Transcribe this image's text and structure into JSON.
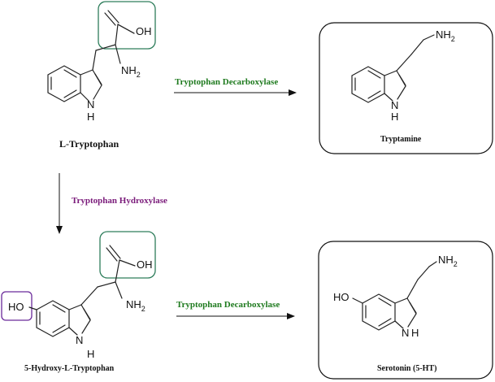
{
  "compounds": {
    "tryptophan": {
      "name": "L-Tryptophan",
      "oh": "OH",
      "nh2": "NH",
      "nh2_sub": "2",
      "nh": "N",
      "nh_h": "H"
    },
    "tryptamine": {
      "name": "Tryptamine",
      "nh2": "NH",
      "nh2_sub": "2",
      "nh": "N",
      "nh_h": "H"
    },
    "hydroxytryptophan": {
      "name": "5-Hydroxy-L-Tryptophan",
      "oh": "OH",
      "ho": "HO",
      "nh2": "NH",
      "nh2_sub": "2",
      "nh": "N",
      "nh_h": "H"
    },
    "serotonin": {
      "name": "Serotonin (5-HT)",
      "ho": "HO",
      "nh2": "NH",
      "nh2_sub": "2",
      "nh": "N",
      "nh_h": "H"
    }
  },
  "enzymes": {
    "decarboxylase_top": "Tryptophan Decarboxylase",
    "decarboxylase_bottom": "Tryptophan Decarboxylase",
    "hydroxylase": "Tryptophan Hydroxylase"
  },
  "colors": {
    "decarboxylase": "#1e7a1e",
    "hydroxylase": "#7a1a7a",
    "carboxyl_box": "#2e7d5b",
    "hydroxyl_box": "#6a2a9a"
  }
}
